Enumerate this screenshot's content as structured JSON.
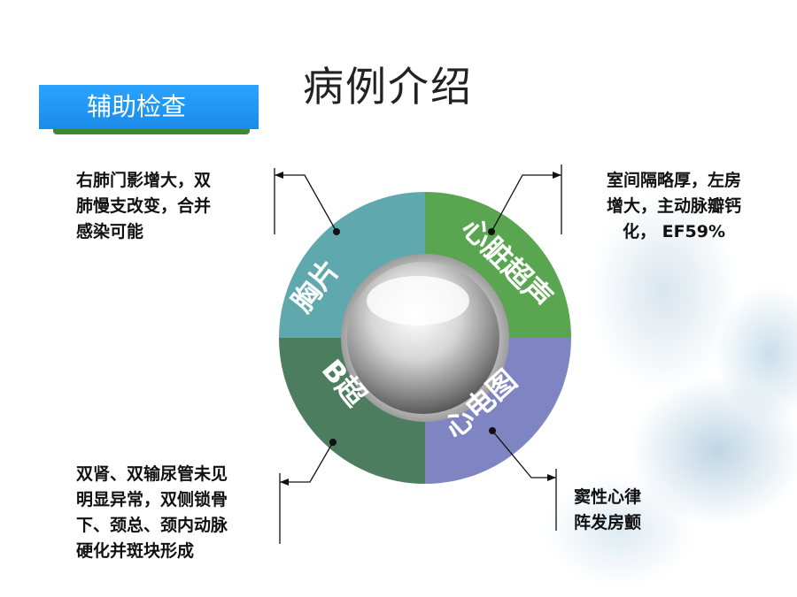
{
  "slide": {
    "title": "病例介绍",
    "section_label": "辅助检查"
  },
  "segments": {
    "chest": "胸片",
    "echo": "心脏超声",
    "ecg": "心电图",
    "bscan": "B超"
  },
  "notes": {
    "chest": [
      "右肺门影增大，双",
      "肺慢支改变，合并",
      "感染可能"
    ],
    "echo": [
      "室间隔略厚，左房",
      "增大，主动脉瓣钙",
      "化， EF59%"
    ],
    "bscan": [
      "双肾、双输尿管未见",
      "明显异常，双侧锁骨",
      "下、颈总、颈内动脉",
      "硬化并斑块形成"
    ],
    "ecg": [
      "窦性心律",
      "阵发房颤"
    ]
  },
  "colors": {
    "chest": "#5fa8ae",
    "echo": "#5aa54f",
    "ecg": "#7f85c2",
    "bscan": "#4d7d5f",
    "banner": "#1a8be8"
  }
}
